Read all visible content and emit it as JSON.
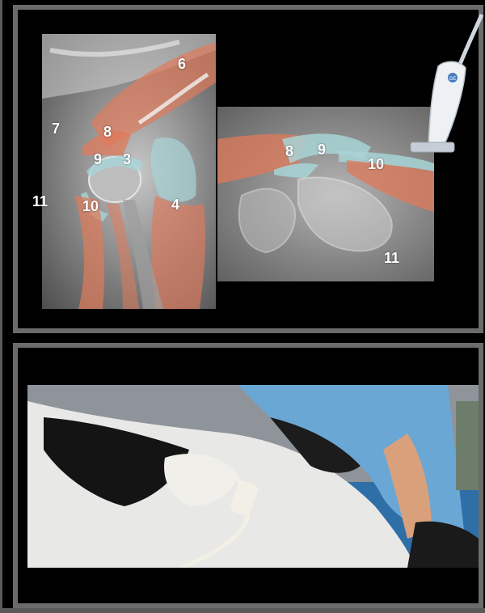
{
  "top_panel": {
    "left_labels": [
      "6",
      "7",
      "8",
      "9",
      "3",
      "11",
      "10",
      "4"
    ],
    "right_labels": [
      "8",
      "9",
      "10",
      "11"
    ]
  },
  "probe": {
    "brand_text": "GE"
  },
  "colors": {
    "muscle": "#e07a5a",
    "tendon": "#a8d4d6",
    "panel_border": "#6b6b6b"
  }
}
